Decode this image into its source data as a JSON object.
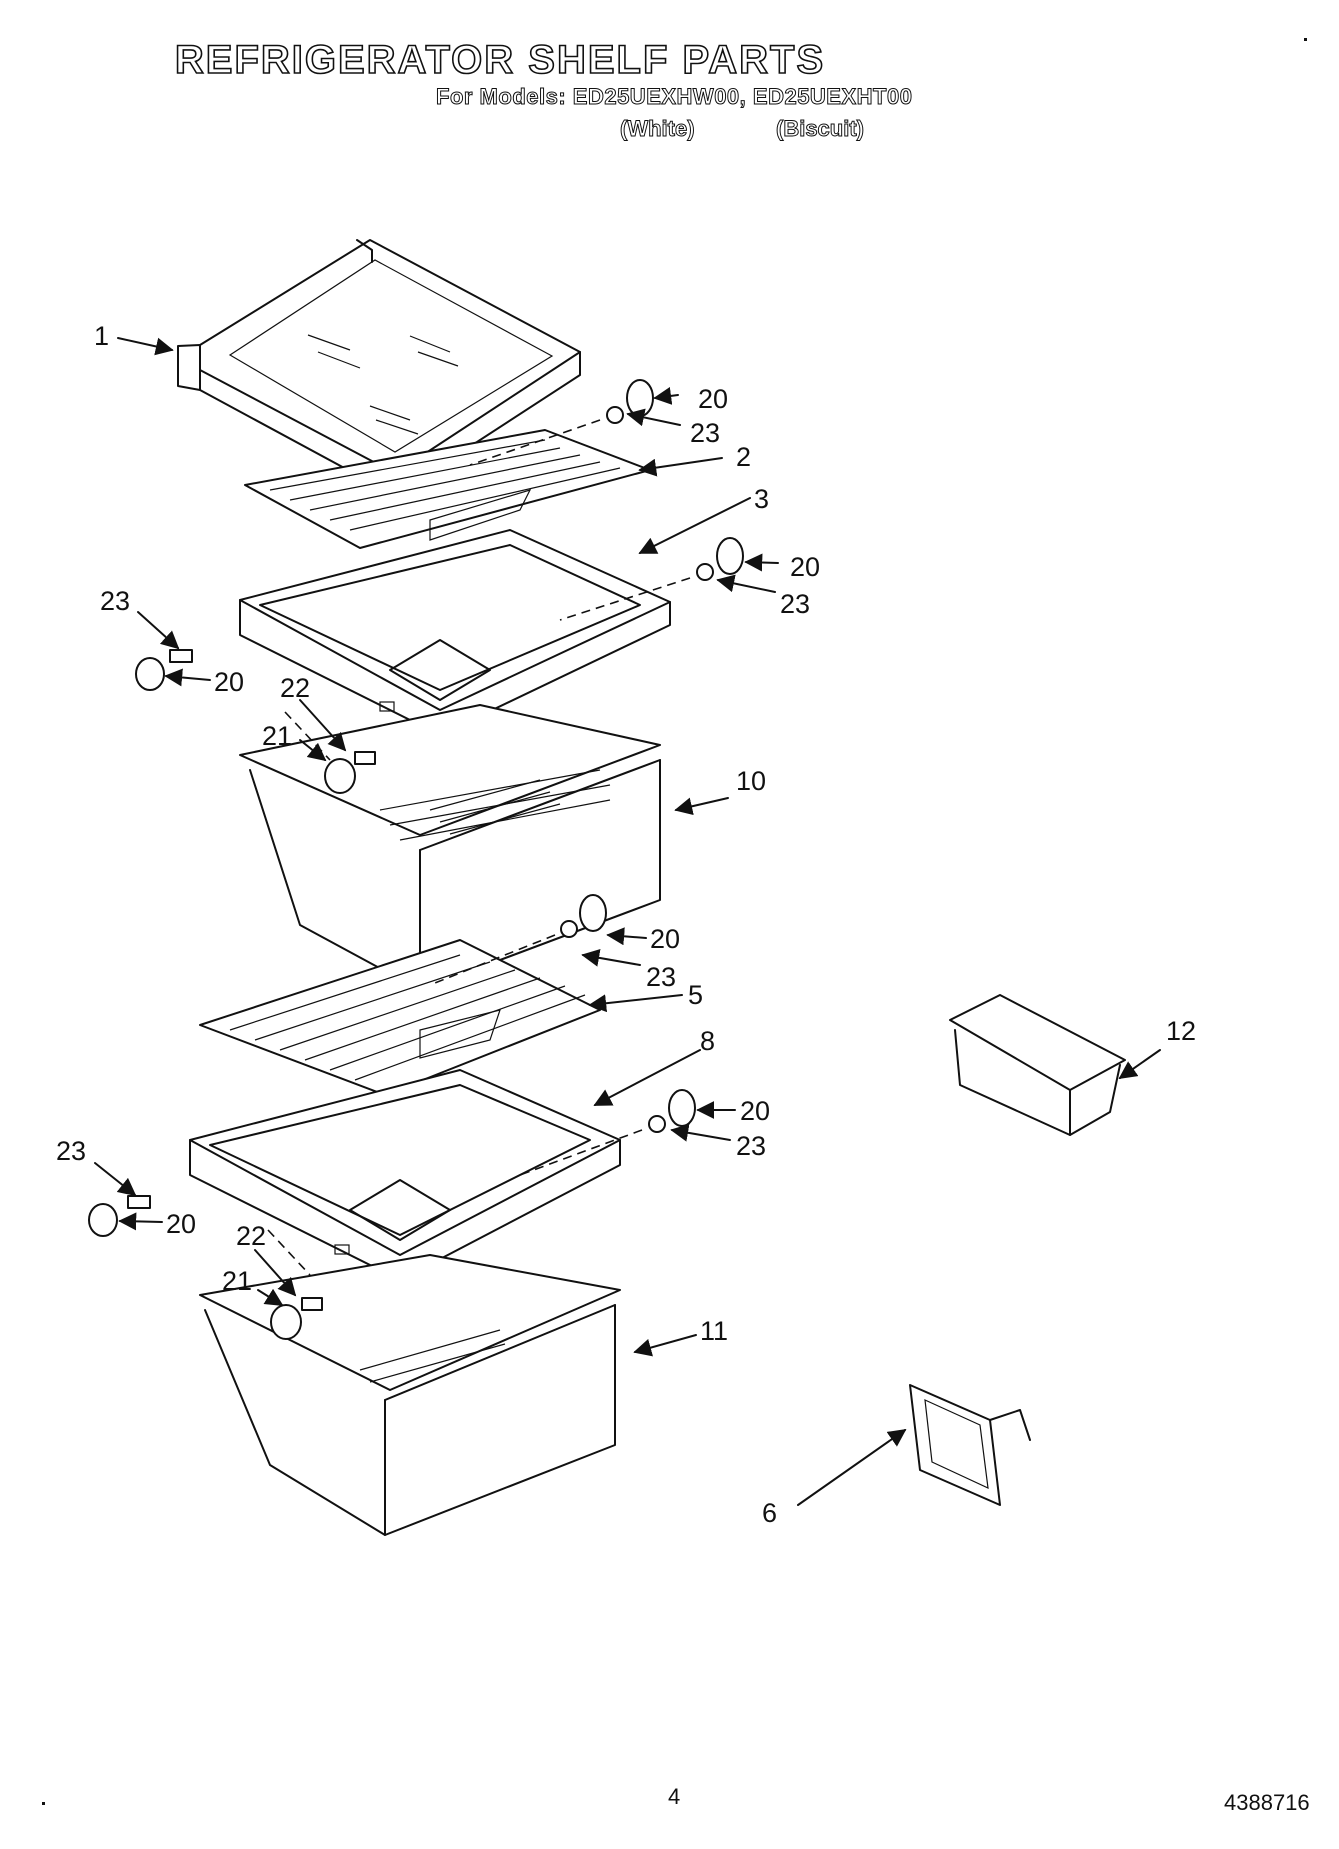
{
  "header": {
    "title": "REFRIGERATOR SHELF PARTS",
    "models_line": "For Models: ED25UEXHW00, ED25UEXHT00",
    "variant_1": "(White)",
    "variant_2": "(Biscuit)"
  },
  "callouts": {
    "c1": "1",
    "c2": "2",
    "c3": "3",
    "c5": "5",
    "c6": "6",
    "c8": "8",
    "c10": "10",
    "c11": "11",
    "c12": "12",
    "c20": "20",
    "c21": "21",
    "c22": "22",
    "c23": "23"
  },
  "footer": {
    "page_number": "4",
    "document_number": "4388716"
  }
}
